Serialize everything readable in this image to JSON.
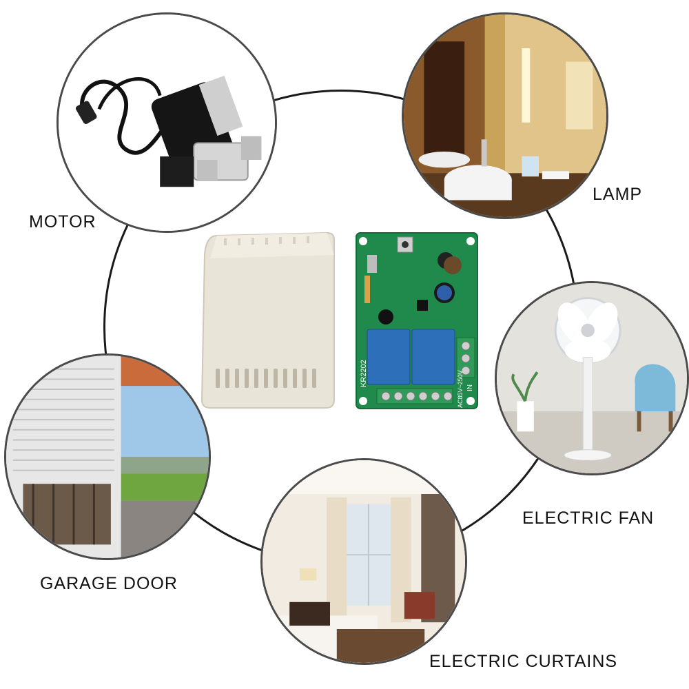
{
  "labels": {
    "motor": "MOTOR",
    "lamp": "LAMP",
    "electric_fan": "ELECTRIC FAN",
    "garage_door": "GARAGE DOOR",
    "electric_curtains": "ELECTRIC CURTAINS"
  },
  "board": {
    "model": "KR2202",
    "voltage_label": "AC85V~250V",
    "input_label": "IN"
  },
  "colors": {
    "ring": "#1a1a1a",
    "pcb": "#1f8a4c",
    "relay": "#2d6fb8",
    "enclosure": "#e9e4d8"
  }
}
